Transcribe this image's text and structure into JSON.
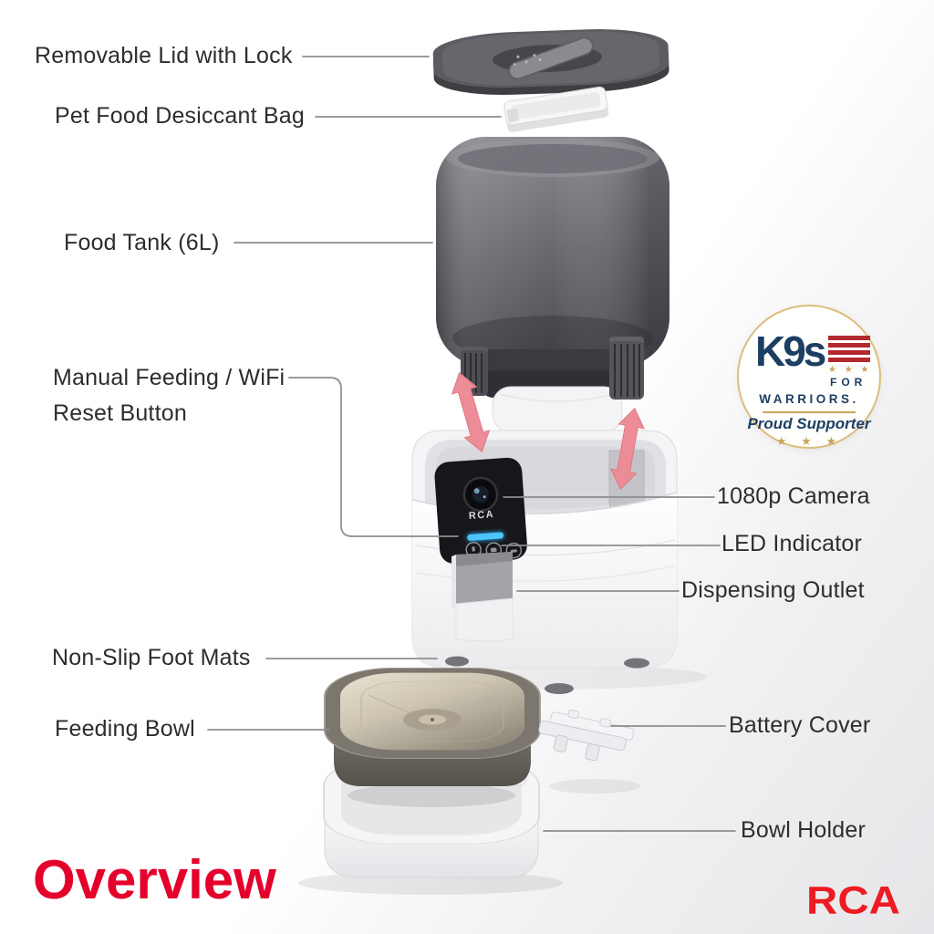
{
  "title": "Overview",
  "brand_logo": "RCA",
  "device": {
    "panel_logo": "RCA"
  },
  "callouts": {
    "lid": "Removable Lid with Lock",
    "desiccant": "Pet Food Desiccant Bag",
    "tank": "Food Tank (6L)",
    "manual_l1": "Manual Feeding / WiFi",
    "manual_l2": "Reset Button",
    "camera": "1080p Camera",
    "led": "LED Indicator",
    "outlet": "Dispensing Outlet",
    "mats": "Non-Slip Foot Mats",
    "bowl": "Feeding Bowl",
    "battery": "Battery Cover",
    "holder": "Bowl Holder"
  },
  "badge": {
    "k9s": "K9s",
    "for_text": "FOR",
    "warriors": "WARRIORS.",
    "tagline": "Proud Supporter",
    "mini_stars": "★ ★ ★",
    "big_stars": "★ ★ ★"
  },
  "colors": {
    "title_red": "#e4002b",
    "rca_red": "#ed1c24",
    "label_gray": "#2d2d2f",
    "leader_line": "#8d8d90",
    "arrow_pink": "#ec8c96",
    "led_blue": "#4cc3ff",
    "badge_navy": "#1d3e63",
    "badge_gold": "#c8a55e",
    "badge_red": "#b3292e"
  }
}
